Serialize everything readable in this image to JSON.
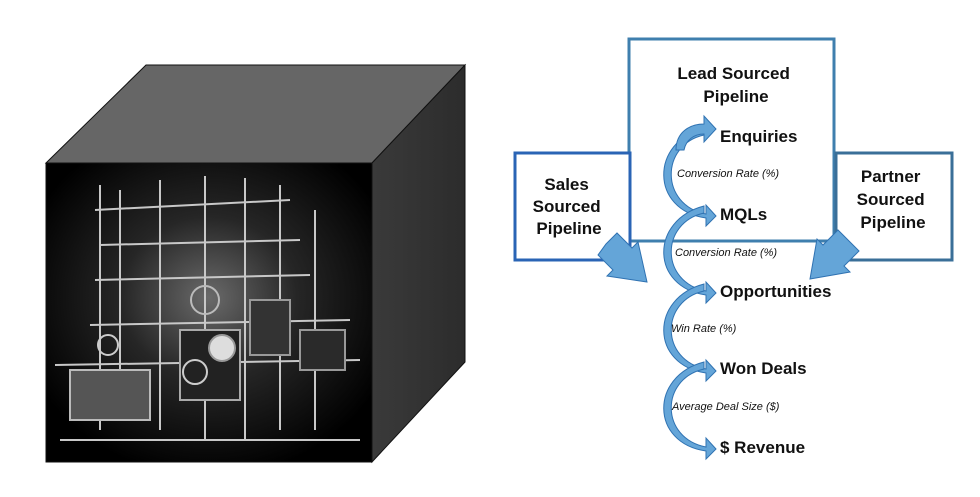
{
  "boxes": {
    "lead_sourced": [
      "Lead Sourced",
      "Pipeline"
    ],
    "sales_sourced": [
      "Sales",
      "Sourced",
      "Pipeline"
    ],
    "partner_sourced": [
      "Partner",
      "Sourced",
      "Pipeline"
    ]
  },
  "stages": [
    "Enquiries",
    "MQLs",
    "Opportunities",
    "Won Deals",
    "$ Revenue"
  ],
  "rates": [
    "Conversion Rate (%)",
    "Conversion Rate (%)",
    "Win Rate (%)",
    "Average Deal Size ($)"
  ],
  "colors": {
    "lead_box": "#3f7fae",
    "sales_box": "#2a64b5",
    "partner_box": "#3a6f98",
    "arrow": "#64a5d8",
    "arrow_edge": "#2f72b2"
  }
}
